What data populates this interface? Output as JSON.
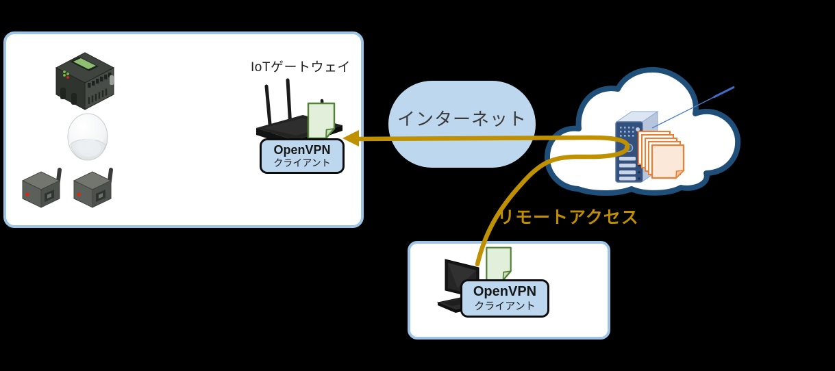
{
  "colors": {
    "background": "#000000",
    "box_border": "#9DC3E6",
    "internet_fill": "#BDD7EE",
    "badge_fill": "#BDD7EE",
    "cloud_outline": "#1F4E79",
    "vpn_arrow": "#BF9000",
    "remote_access_text": "#BF8F00",
    "green_document_fill": "#E2EFDA",
    "green_document_outline": "#538135",
    "orange_document_outline": "#ED7D31"
  },
  "lan_box": {
    "gateway_label": "IoTゲートウェイ",
    "badge": {
      "line1": "OpenVPN",
      "line2": "クライアント"
    },
    "device_icons": [
      "data-logger-icon",
      "motion-sensor-icon",
      "wireless-node-icon",
      "wireless-node-icon",
      "router-icon",
      "green-document-icon"
    ]
  },
  "internet": {
    "label": "インターネット"
  },
  "cloud": {
    "content_icons": [
      "server-icon",
      "document-stack-icon",
      "callout-line"
    ]
  },
  "remote": {
    "access_label": "リモートアクセス",
    "badge": {
      "line1": "OpenVPN",
      "line2": "クライアント"
    },
    "device_icons": [
      "laptop-icon",
      "green-document-icon"
    ]
  }
}
